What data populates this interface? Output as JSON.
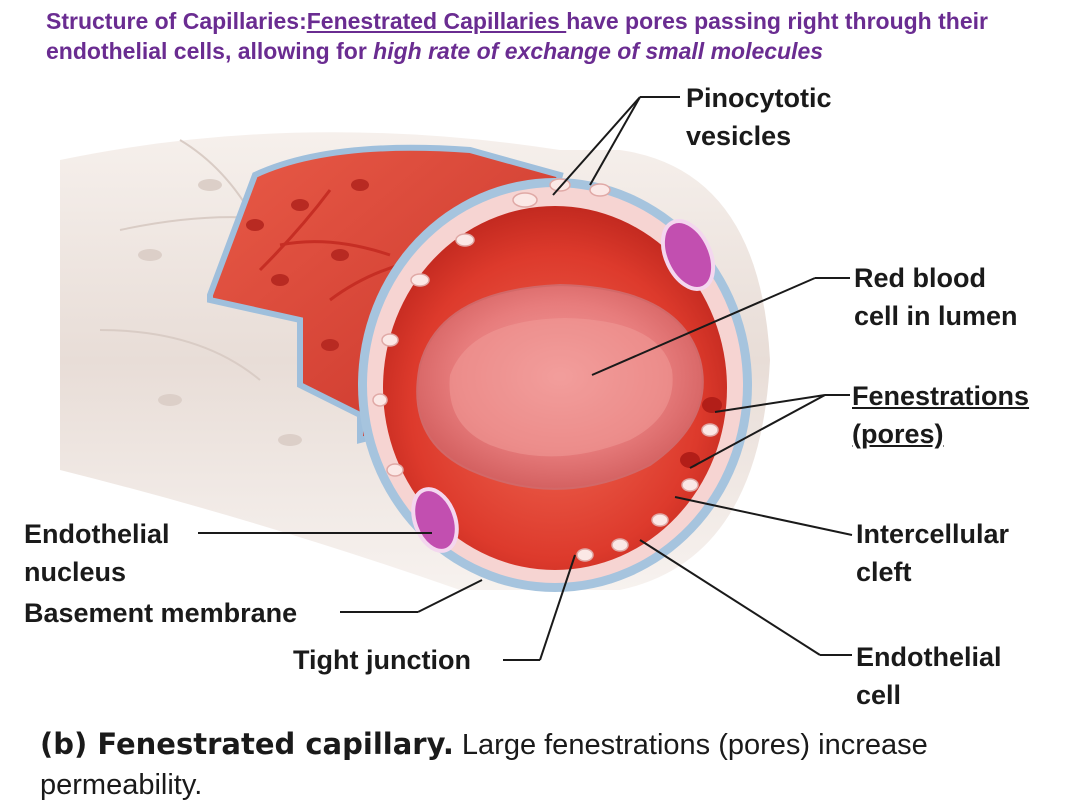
{
  "header": {
    "part1": "Structure of Capillaries:",
    "part2": "Fenestrated Capillaries ",
    "part3": "have pores passing right through their endothelial cells, allowing for ",
    "part4": "high rate of exchange of small molecules"
  },
  "labels": {
    "pinocytotic": [
      "Pinocytotic",
      "vesicles"
    ],
    "rbc": [
      "Red blood",
      "cell in lumen"
    ],
    "fenestrations": [
      "Fenestrations",
      "(pores)"
    ],
    "intercellular": [
      "Intercellular",
      "cleft"
    ],
    "endothelial_cell": [
      "Endothelial",
      "cell"
    ],
    "endothelial_nucleus": [
      "Endothelial",
      "nucleus"
    ],
    "basement": "Basement membrane",
    "tight": "Tight junction"
  },
  "caption": {
    "bold": "(b) Fenestrated capillary.",
    "rest": " Large fenestrations (pores) increase permeability."
  },
  "colors": {
    "header": "#6a2c91",
    "tube_outer": "#ede3de",
    "lumen": "#e0392e",
    "rbc": "#e98080",
    "basement": "#a6c4de",
    "nucleus": "#c24fb0"
  }
}
